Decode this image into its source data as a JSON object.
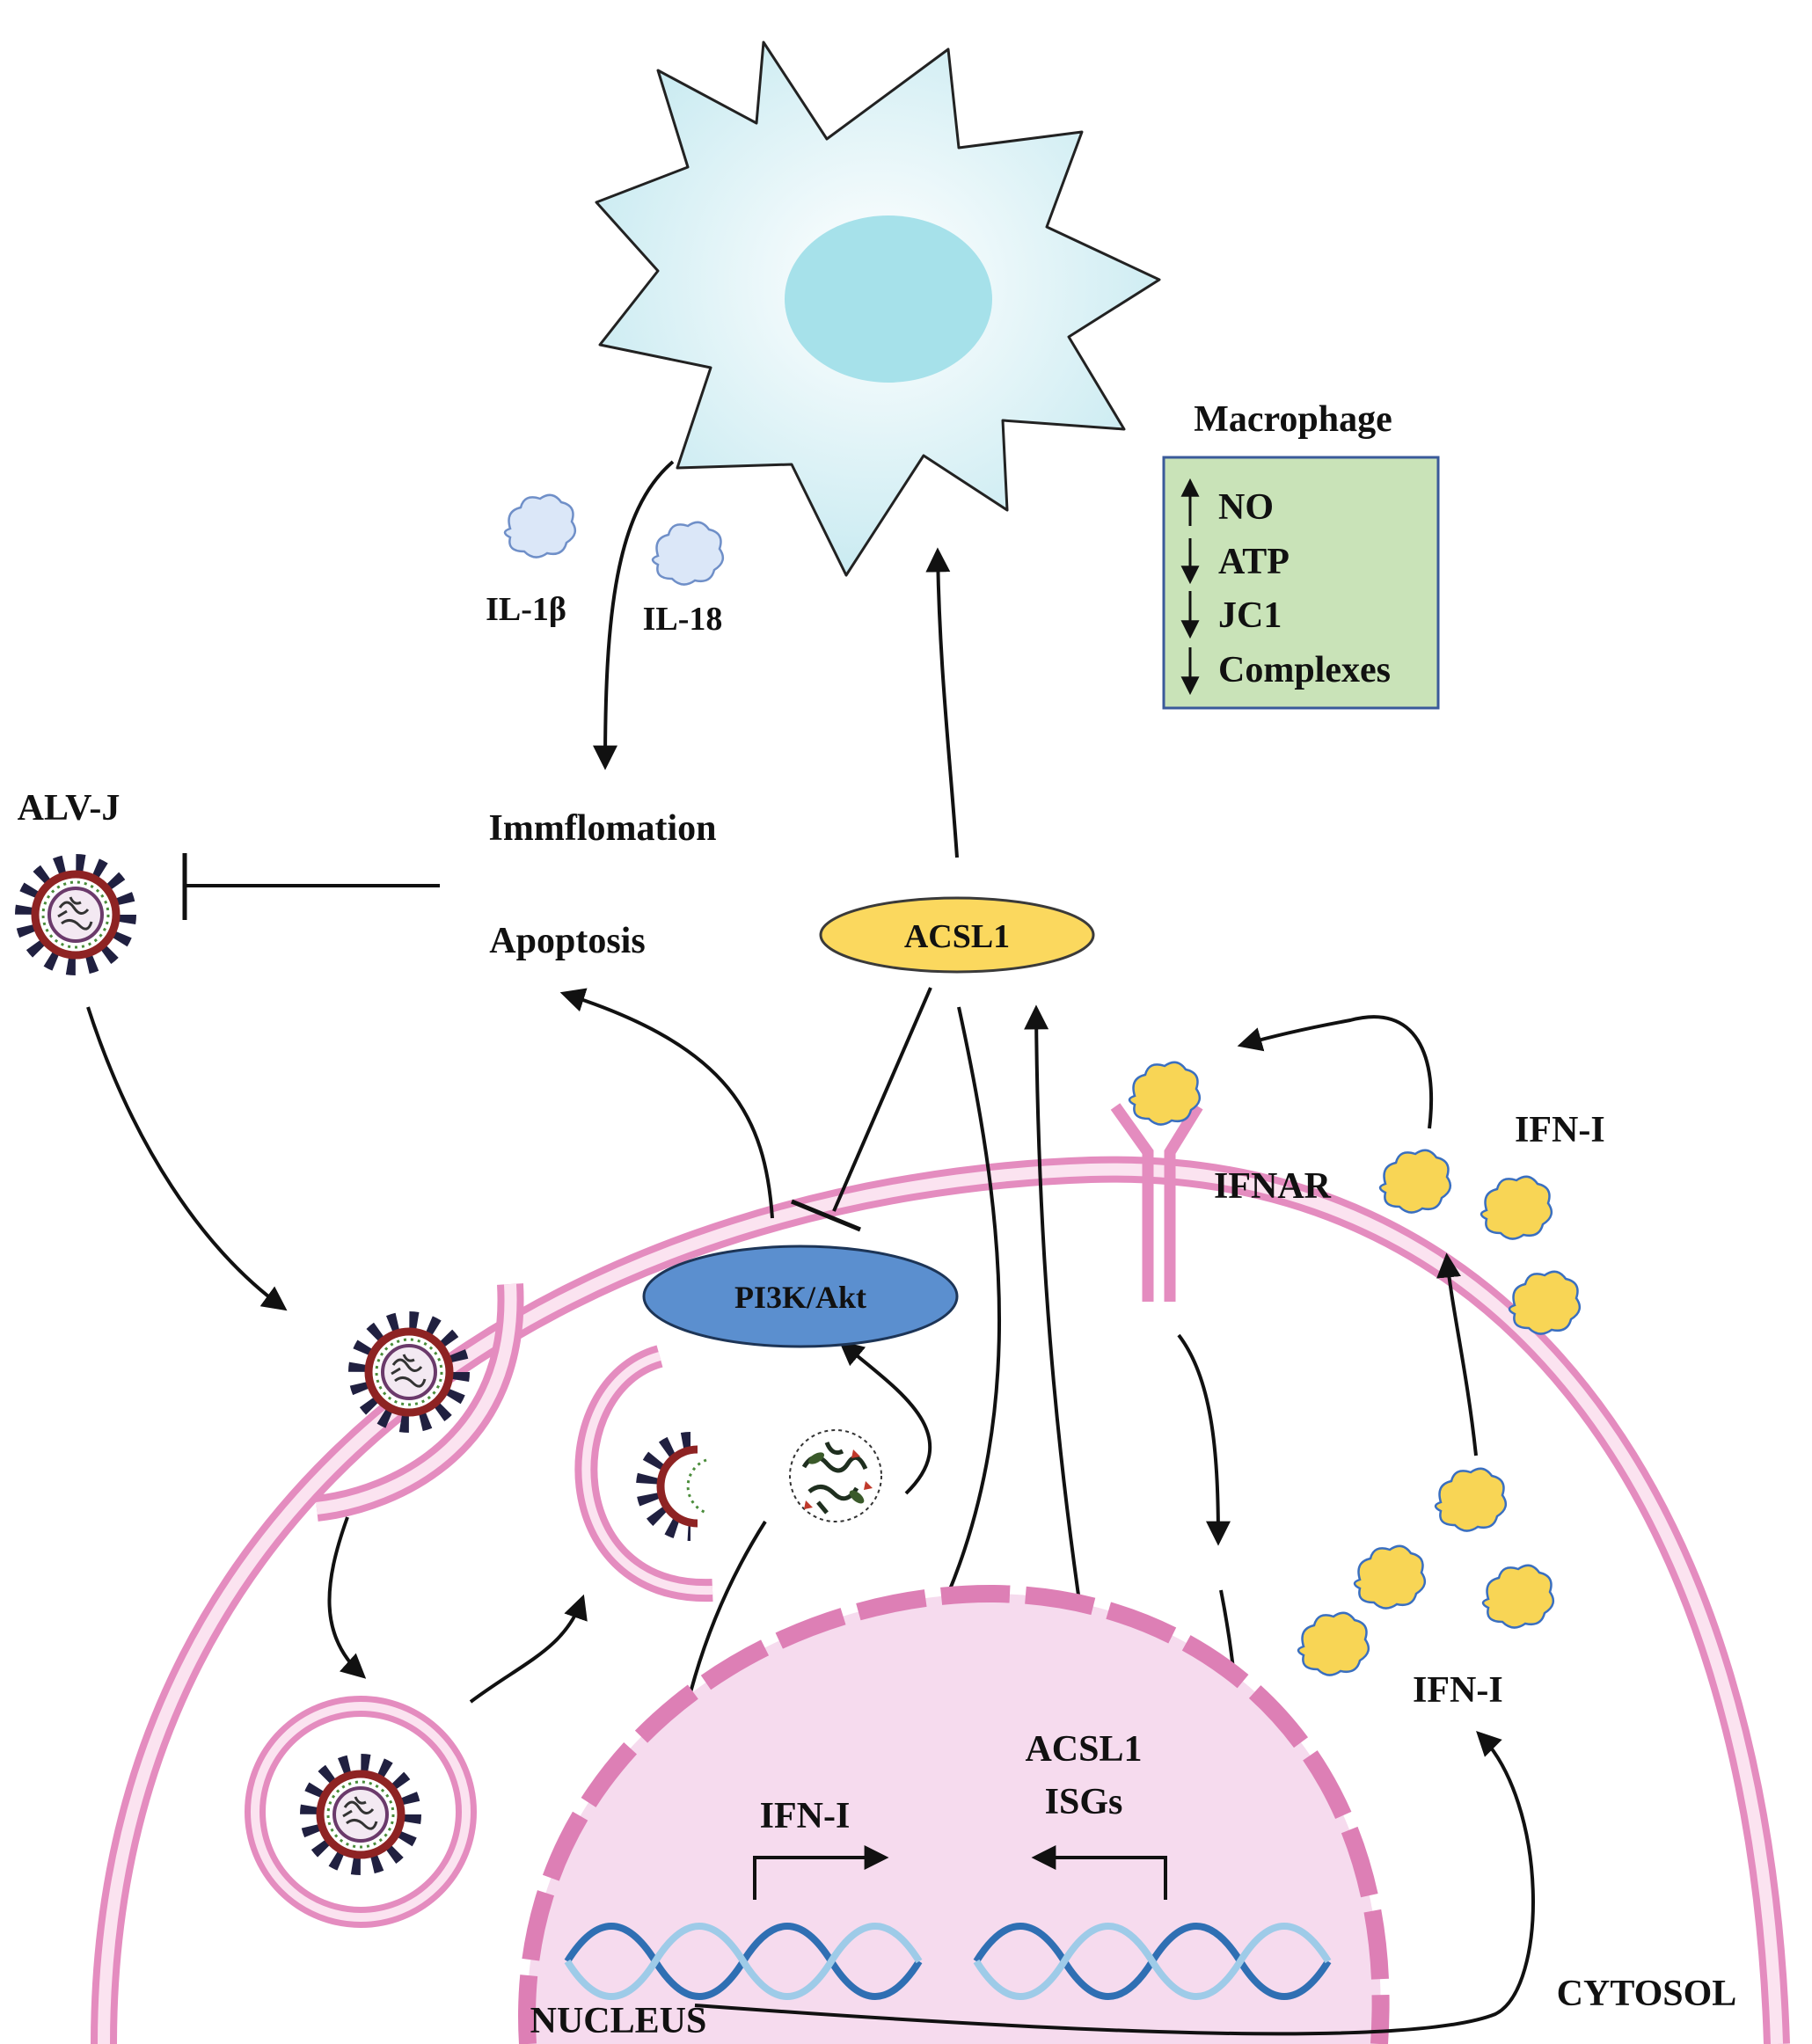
{
  "macrophage": {
    "title": "Macrophage",
    "markers": [
      {
        "direction": "up",
        "label": "NO"
      },
      {
        "direction": "down",
        "label": "ATP"
      },
      {
        "direction": "down",
        "label": "JC1"
      },
      {
        "direction": "down",
        "label": "Complexes"
      }
    ]
  },
  "cytokines": {
    "il1b": "IL-1β",
    "il18": "IL-18"
  },
  "virus": {
    "label": "ALV-J"
  },
  "outcomes": {
    "inflammation": "Immflomation",
    "apoptosis": "Apoptosis"
  },
  "proteins": {
    "acsl1": "ACSL1",
    "pi3k": "PI3K/Akt",
    "ifnar": "IFNAR"
  },
  "ifn": {
    "extracellular": "IFN-I",
    "cytoplasmic": "IFN-I",
    "nuclear": "IFN-I"
  },
  "nucleus": {
    "label": "NUCLEUS",
    "genes_line1": "ACSL1",
    "genes_line2": "ISGs"
  },
  "cytosol": {
    "label": "CYTOSOL"
  },
  "colors": {
    "macrophage_fill": "#d6f0f4",
    "macrophage_nucleus": "#a6e1ea",
    "membrane": "#e48cbf",
    "nucleus_fill": "#f6dbee",
    "acsl1": "#fbd85e",
    "pi3k": "#5b8fcf",
    "ifn_particle": "#f8d555",
    "marker_box": "#c9e3b8",
    "virus_envelope": "#8e2323",
    "dna_dark": "#2f6fb3",
    "dna_light": "#9ecbe8"
  }
}
